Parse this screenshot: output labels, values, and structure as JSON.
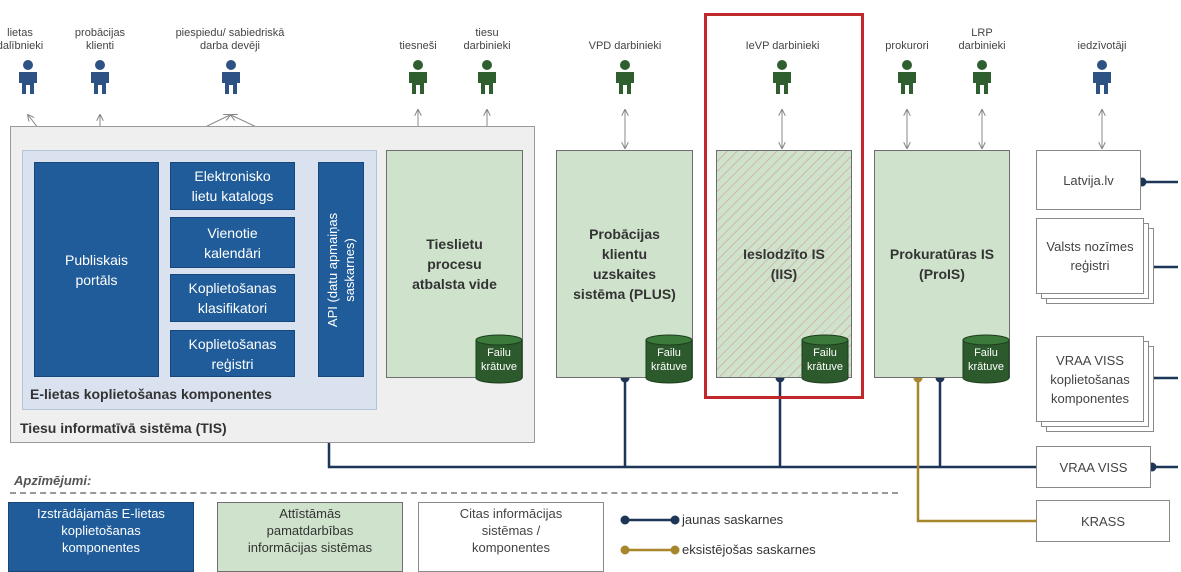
{
  "actors": {
    "lietas_dalibnieki": "lietas\ndalībnieki",
    "probacijas_klienti": "probācijas\nklienti",
    "darba_deveji": "piespiedu/ sabiedriskā\ndarba devēji",
    "tiesnesi": "tiesneši",
    "tiesu_darbinieki": "tiesu\ndarbinieki",
    "vpd_darbinieki": "VPD darbinieki",
    "ievp_darbinieki": "IeVP darbinieki",
    "prokurori": "prokurori",
    "lrp_darbinieki": "LRP\ndarbinieki",
    "iedzivotaji": "iedzīvotāji"
  },
  "tis": {
    "title": "Tiesu informatīvā sistēma (TIS)",
    "elietas_title": "E-lietas koplietošanas komponentes",
    "portal": "Publiskais\nportāls",
    "katalogs": "Elektronisko\nlietu katalogs",
    "kalendari": "Vienotie\nkalendāri",
    "klasifikatori": "Koplietošanas\nklasifikatori",
    "registri": "Koplietošanas\nreģistri",
    "api": "API (datu apmaiņas\nsaskarnes)",
    "tiesu_vide": "Tieslietu\nprocesu\natbalsta vide"
  },
  "systems": {
    "plus": "Probācijas\nklientu\nuzskaites\nsistēma (PLUS)",
    "iis": "Ieslodzīto IS\n(IIS)",
    "prois": "Prokuratūras IS\n(ProIS)"
  },
  "storage_label": "Failu\nkrātuve",
  "external": {
    "latvija": "Latvija.lv",
    "valsts_registri": "Valsts nozīmes\nreģistri",
    "viss_komp": "VRAA VISS\nkoplietošanas\nkomponentes",
    "viss": "VRAA VISS",
    "krass": "KRASS"
  },
  "legend": {
    "title": "Apzīmējumi:",
    "blue": "Izstrādājamās E-lietas\nkoplietošanas\nkomponentes",
    "green": "Attīstāmās\npamatdarbības\ninformācijas sistēmas",
    "white": "Citas informācijas\nsistēmas /\nkomponentes",
    "new": "jaunas saskarnes",
    "existing": "eksistējošas saskarnes"
  },
  "colors": {
    "component_blue": "#1f5c99",
    "person_blue": "#2e5283",
    "person_green": "#2f5e2f",
    "system_green": "#cfe3cc",
    "storage_green": "#2c5a2c",
    "new_link": "#1d3557",
    "existing_link": "#a8862a",
    "highlight": "#c0282d"
  }
}
